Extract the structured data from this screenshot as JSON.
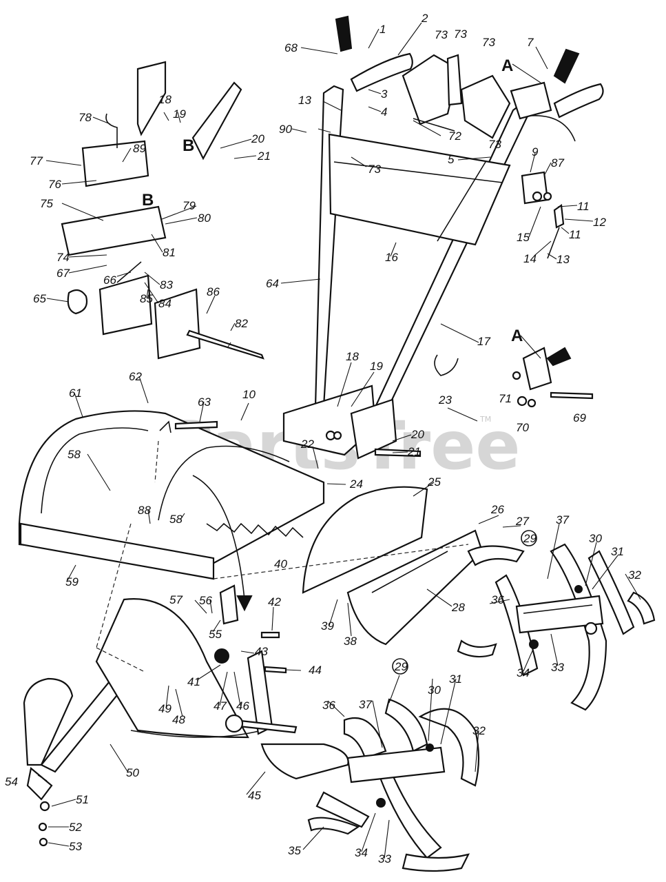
{
  "watermark": {
    "text": "PartsTree",
    "trademark": "TM"
  },
  "assembly_letters": {
    "A": "A",
    "B": "B"
  },
  "callouts": {
    "c1": "1",
    "c2": "2",
    "c3": "3",
    "c4": "4",
    "c5": "5",
    "c7": "7",
    "c9": "9",
    "c10": "10",
    "c11": "11",
    "c12": "12",
    "c13": "13",
    "c14": "14",
    "c15": "15",
    "c16": "16",
    "c17": "17",
    "c18": "18",
    "c19": "19",
    "c20": "20",
    "c21": "21",
    "c22": "22",
    "c23": "23",
    "c24": "24",
    "c25": "25",
    "c26": "26",
    "c27": "27",
    "c28": "28",
    "c29": "29",
    "c30": "30",
    "c31": "31",
    "c32": "32",
    "c33": "33",
    "c34": "34",
    "c35": "35",
    "c36": "36",
    "c37": "37",
    "c38": "38",
    "c39": "39",
    "c40": "40",
    "c41": "41",
    "c42": "42",
    "c43": "43",
    "c44": "44",
    "c45": "45",
    "c46": "46",
    "c47": "47",
    "c48": "48",
    "c49": "49",
    "c50": "50",
    "c51": "51",
    "c52": "52",
    "c53": "53",
    "c54": "54",
    "c55": "55",
    "c56": "56",
    "c57": "57",
    "c58": "58",
    "c59": "59",
    "c61": "61",
    "c62": "62",
    "c63": "63",
    "c64": "64",
    "c65": "65",
    "c66": "66",
    "c67": "67",
    "c68": "68",
    "c69": "69",
    "c70": "70",
    "c71": "71",
    "c72": "72",
    "c73": "73",
    "c74": "74",
    "c75": "75",
    "c76": "76",
    "c77": "77",
    "c78": "78",
    "c79": "79",
    "c80": "80",
    "c81": "81",
    "c82": "82",
    "c83": "83",
    "c84": "84",
    "c85": "85",
    "c86": "86",
    "c87": "87",
    "c88": "88",
    "c89": "89",
    "c90": "90"
  },
  "colors": {
    "ink": "#111111",
    "paper": "#ffffff",
    "watermark": "#d6d6d6"
  }
}
